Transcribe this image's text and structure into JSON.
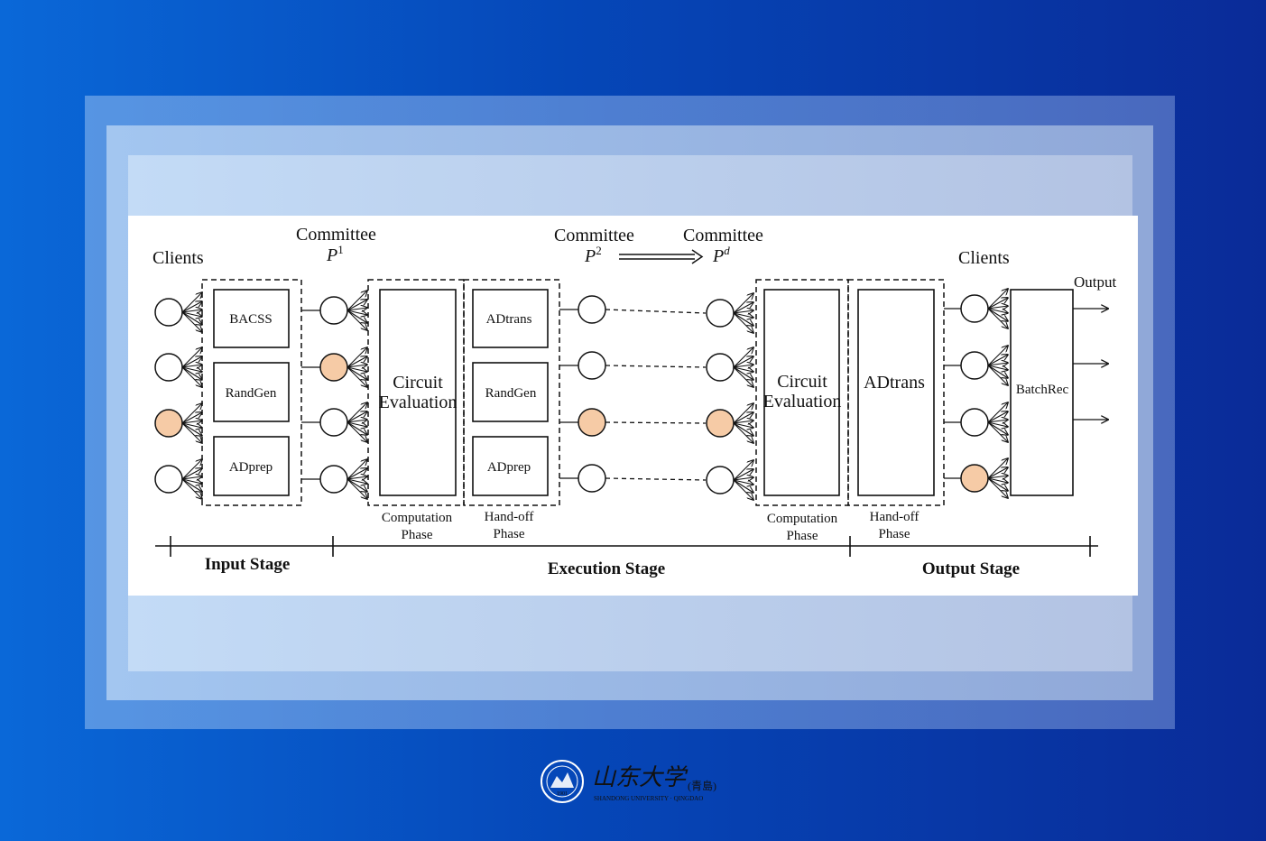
{
  "diagram": {
    "clients_left_label": "Clients",
    "clients_right_label": "Clients",
    "committee_label": "Committee",
    "committee_p1_sup": "1",
    "committee_p2_sup": "2",
    "committee_pd_sup": "d",
    "committee_symbol": "P",
    "output_label": "Output",
    "input_boxes": [
      "BACSS",
      "RandGen",
      "ADprep"
    ],
    "handoff_boxes": [
      "ADtrans",
      "RandGen",
      "ADprep"
    ],
    "circuit_eval_line1": "Circuit",
    "circuit_eval_line2": "Evaluation",
    "adtrans_label": "ADtrans",
    "batchrec_label": "BatchRec",
    "computation_phase_line1": "Computation",
    "computation_phase_line2": "Phase",
    "handoff_phase_line1": "Hand-off",
    "handoff_phase_line2": "Phase",
    "stages": [
      "Input Stage",
      "Execution Stage",
      "Output Stage"
    ],
    "node_fill_highlight": "#f6cba6",
    "node_fill_default": "#ffffff"
  },
  "footer": {
    "university_name_cn": "山东大学",
    "campus_cn": "(青島)",
    "university_name_en": "SHANDONG UNIVERSITY · QINGDAO",
    "seal_year": "1901",
    "accent_color": "#ffffff"
  }
}
